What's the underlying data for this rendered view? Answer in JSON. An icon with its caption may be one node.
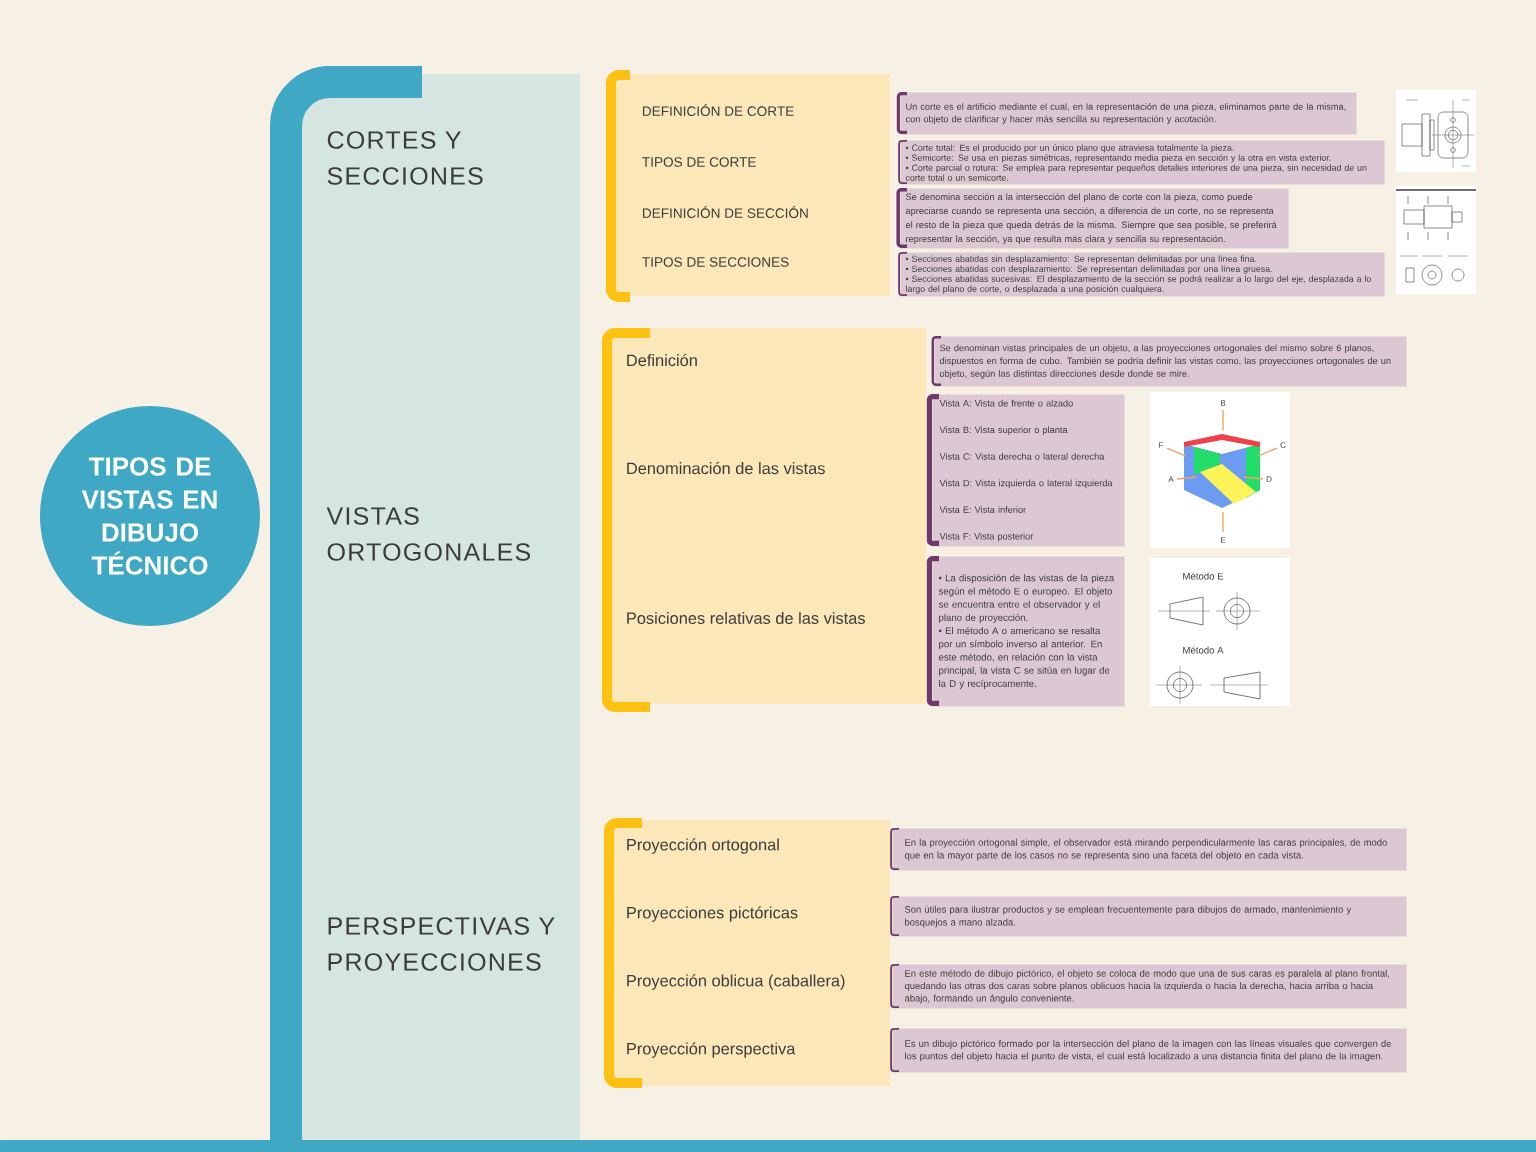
{
  "diagram": {
    "nodes": [
      {
        "text": [
          "TIPOS DE VISTAS EN DIBUJO TÉCNICO"
        ]
      },
      {
        "text": [
          "CORTES Y SECCIONES"
        ]
      },
      {
        "text": [
          "DEFINICIÓN DE CORTE"
        ]
      },
      {
        "text": [
          "Un corte es el artificio mediante el cual, en la representación de una pieza, eliminamos parte de la misma, con objeto de clarificar y hacer más sencilla su representación y acotación."
        ]
      },
      {
        "text": [
          "TIPOS DE CORTE"
        ]
      },
      {
        "text": [
          "• Corte total: Es el producido por un único plano que atraviesa totalmente la pieza.",
          "• Semicorte: Se usa en piezas simétricas, representando media pieza en sección y la otra en vista exterior.",
          "• Corte parcial o rotura: Se emplea para representar pequeños detalles interiores de una pieza, sin necesidad de un corte total o un semicorte."
        ]
      },
      {
        "text": [
          "DEFINICIÓN DE SECCIÓN"
        ]
      },
      {
        "text": [
          "Se denomina sección a la intersección del plano de corte con la pieza, como puede apreciarse cuando se representa una sección, a diferencia de un corte, no se representa el resto de la pieza que queda detrás de la misma. Siempre que sea posible, se preferirá representar la sección, ya que resulta más clara y sencilla su representación."
        ]
      },
      {
        "text": [
          "TIPOS DE SECCIONES"
        ]
      },
      {
        "text": [
          "• Secciones abatidas sin desplazamiento: Se representan delimitadas por una línea fina.",
          "• Secciones abatidas con desplazamiento: Se representan delimitadas por una línea gruesa.",
          "• Secciones abatidas sucesivas: El desplazamiento de la sección se podrá realizar a lo largo del eje, desplazada a lo largo del plano de corte, o desplazada a una posición cualquiera."
        ]
      },
      {
        "text": [
          "VISTAS ORTOGONALES"
        ]
      },
      {
        "text": [
          "Definición"
        ]
      },
      {
        "text": [
          "Se denominan vistas principales de un objeto, a las proyecciones ortogonales del mismo sobre 6 planos, dispuestos en forma de cubo. También se podría definir las vistas como, las proyecciones ortogonales de un objeto, según las distintas direcciones desde donde se mire."
        ]
      },
      {
        "text": [
          "Denominación de las vistas"
        ]
      },
      {
        "text": [
          "Vista A: Vista de frente o alzado",
          "Vista B: Vista superior o planta",
          "Vista C: Vista derecha o lateral derecha",
          "Vista D: Vista izquierda o lateral izquierda",
          "Vista E: Vista inferior",
          "Vista F: Vista posterior"
        ]
      },
      {
        "text": [
          "Posiciones relativas de las vistas"
        ]
      },
      {
        "text": [
          "• La disposición de las vistas de la pieza según el método E o europeo. El objeto se encuentra entre el observador y el plano de proyección.",
          "• El método A o americano se resalta por un símbolo inverso al anterior. En este método, en relación con la vista principal, la vista C se sitúa en lugar de la D y recíprocamente."
        ]
      },
      {
        "text": [
          "PERSPECTIVAS Y PROYECCIONES"
        ]
      },
      {
        "text": [
          "Proyección ortogonal"
        ]
      },
      {
        "text": [
          "En la proyección ortogonal simple, el observador está mirando perpendicularmente las caras principales, de modo que en la mayor parte de los casos no se representa sino una faceta del objeto en cada vista."
        ]
      },
      {
        "text": [
          "Proyecciones pictóricas"
        ]
      },
      {
        "text": [
          "Son útiles para ilustrar productos y se emplean frecuentemente para dibujos de armado, mantenimiento y bosquejos a mano alzada."
        ]
      },
      {
        "text": [
          "Proyección oblicua (caballera)"
        ]
      },
      {
        "text": [
          "En este método de dibujo pictórico, el objeto se coloca de modo que una de sus caras es paralela al plano frontal, quedando las otras dos caras sobre planos oblicuos hacia la izquierda o hacia la derecha, hacia arriba o hacia abajo, formando un ángulo conveniente."
        ]
      },
      {
        "text": [
          "Proyección perspectiva"
        ]
      },
      {
        "text": [
          "Es un dibujo pictórico formado por la intersección del plano de la imagen con las líneas visuales que convergen de los puntos del objeto hacia el punto de vista, el cual está localizado a una distancia finita del plano de la imagen."
        ]
      }
    ],
    "labels": [
      "B",
      "F",
      "C",
      "A",
      "D",
      "E",
      "Método E",
      "Método A"
    ]
  }
}
